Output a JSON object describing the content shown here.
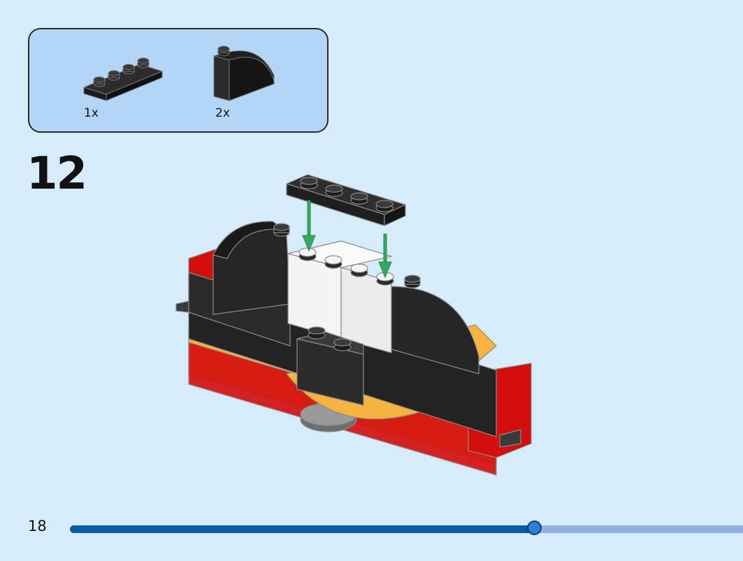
{
  "parts_list": [
    {
      "name": "black-plate-1x4",
      "quantity": "1x"
    },
    {
      "name": "black-curved-slope-brick",
      "quantity": "2x"
    }
  ],
  "step": {
    "number": "12"
  },
  "footer": {
    "page_number": "18",
    "progress_fraction": 0.69
  },
  "colors": {
    "background": "#d6ecfb",
    "parts_box": "#b3d6f6",
    "brick_black": "#222222",
    "brick_white": "#f4f4f4",
    "brick_red": "#d40d0d",
    "brick_orange": "#f7b340",
    "arrow_green": "#38a860",
    "progress_fill": "#0b5aa8",
    "progress_track": "#8fb0e0"
  }
}
